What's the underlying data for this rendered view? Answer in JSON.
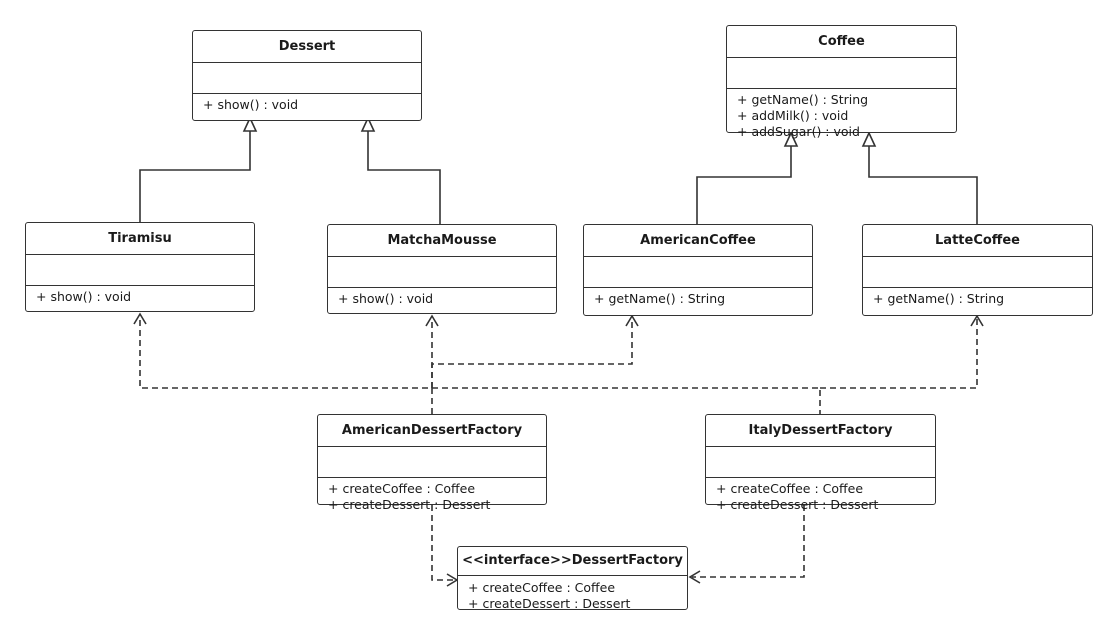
{
  "diagram": {
    "classes": {
      "dessert": {
        "name": "Dessert",
        "methods": [
          "+ show() : void"
        ]
      },
      "coffee": {
        "name": "Coffee",
        "methods": [
          "+ getName() : String",
          "+ addMilk() : void",
          "+ addSugar() : void"
        ]
      },
      "tiramisu": {
        "name": "Tiramisu",
        "methods": [
          "+ show() : void"
        ]
      },
      "matcha_mousse": {
        "name": "MatchaMousse",
        "methods": [
          "+ show() : void"
        ]
      },
      "american_coffee": {
        "name": "AmericanCoffee",
        "methods": [
          "+ getName() : String"
        ]
      },
      "latte_coffee": {
        "name": "LatteCoffee",
        "methods": [
          "+ getName() : String"
        ]
      },
      "american_dessert_factory": {
        "name": "AmericanDessertFactory",
        "methods": [
          "+ createCoffee : Coffee",
          "+ createDessert : Dessert"
        ]
      },
      "italy_dessert_factory": {
        "name": "ItalyDessertFactory",
        "methods": [
          "+ createCoffee : Coffee",
          "+ createDessert : Dessert"
        ]
      },
      "dessert_factory": {
        "name": "<<interface>>DessertFactory",
        "methods": [
          "+ createCoffee : Coffee",
          "+ createDessert : Dessert"
        ]
      }
    },
    "relations": [
      {
        "from": "tiramisu",
        "to": "dessert",
        "kind": "generalization"
      },
      {
        "from": "matcha_mousse",
        "to": "dessert",
        "kind": "generalization"
      },
      {
        "from": "american_coffee",
        "to": "coffee",
        "kind": "generalization"
      },
      {
        "from": "latte_coffee",
        "to": "coffee",
        "kind": "generalization"
      },
      {
        "from": "american_dessert_factory",
        "to": "tiramisu",
        "kind": "dependency"
      },
      {
        "from": "american_dessert_factory",
        "to": "american_coffee",
        "kind": "dependency"
      },
      {
        "from": "italy_dessert_factory",
        "to": "matcha_mousse",
        "kind": "dependency"
      },
      {
        "from": "italy_dessert_factory",
        "to": "latte_coffee",
        "kind": "dependency"
      },
      {
        "from": "american_dessert_factory",
        "to": "dessert_factory",
        "kind": "dependency"
      },
      {
        "from": "italy_dessert_factory",
        "to": "dessert_factory",
        "kind": "dependency"
      }
    ],
    "colors": {
      "line": "#333333",
      "box_fill": "#ffffff",
      "text": "#1a1a1a"
    }
  }
}
